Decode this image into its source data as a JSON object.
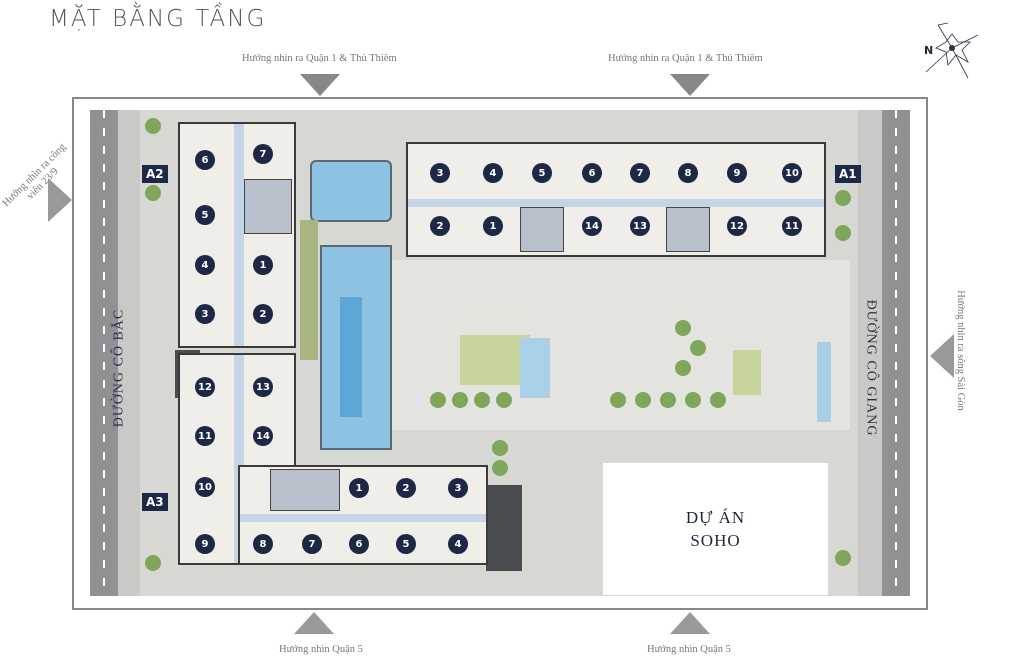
{
  "title": "MẶT BẰNG TẦNG",
  "view_labels": {
    "top_left": "Hướng nhìn ra Quận 1 & Thủ Thiêm",
    "top_right": "Hướng nhìn ra Quận 1 & Thủ Thiêm",
    "left": "Hướng nhìn ra công viên 23/9",
    "right": "Hướng nhìn ra sông Sài Gòn",
    "bottom_left": "Hướng nhìn Quận 5",
    "bottom_right": "Hướng nhìn Quận 5"
  },
  "compass": {
    "label": "N"
  },
  "roads": {
    "left": "ĐƯỜNG CÔ BẮC",
    "right": "ĐƯỜNG CÔ GIANG"
  },
  "blocks": {
    "A1": {
      "label": "A1",
      "units_top": [
        "3",
        "4",
        "5",
        "6",
        "7",
        "8",
        "9",
        "10"
      ],
      "units_bottom": [
        "2",
        "1",
        "14",
        "13",
        "12",
        "11"
      ]
    },
    "A2": {
      "label": "A2",
      "units_left": [
        "6",
        "5",
        "4",
        "3"
      ],
      "units_right": [
        "7",
        "1",
        "2"
      ]
    },
    "A3": {
      "label": "A3",
      "units_left": [
        "12",
        "11",
        "10",
        "9"
      ],
      "units_right": [
        "13",
        "14"
      ],
      "units_bottom": [
        "8",
        "7",
        "6",
        "5",
        "4"
      ],
      "units_top": [
        "1",
        "2",
        "3"
      ]
    }
  },
  "neighbor": {
    "line1": "DỰ ÁN",
    "line2": "SOHO"
  },
  "colors": {
    "badge": "#1d2846",
    "road": "#8f9193",
    "pool": "#8ec2e2",
    "lawn": "#c6d59c"
  }
}
